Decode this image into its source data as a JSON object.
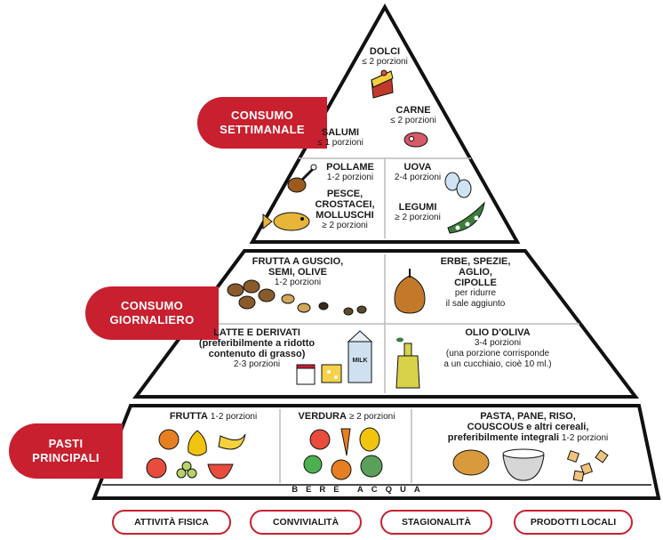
{
  "banners": {
    "weekly": [
      "CONSUMO",
      "SETTIMANALE"
    ],
    "daily": [
      "CONSUMO",
      "GIORNALIERO"
    ],
    "meals": [
      "PASTI",
      "PRINCIPALI"
    ]
  },
  "weekly": {
    "dolci": {
      "name": "DOLCI",
      "portion": "≤ 2 porzioni"
    },
    "carne": {
      "name": "CARNE",
      "portion": "≤ 2 porzioni"
    },
    "salumi": {
      "name": "SALUMI",
      "portion": "≤ 1 porzioni"
    },
    "pollame": {
      "name": "POLLAME",
      "portion": "1-2 porzioni"
    },
    "uova": {
      "name": "UOVA",
      "portion": "2-4 porzioni"
    },
    "pesce": {
      "name": [
        "PESCE,",
        "CROSTACEI,",
        "MOLLUSCHI"
      ],
      "portion": "≥ 2 porzioni"
    },
    "legumi": {
      "name": "LEGUMI",
      "portion": "≥ 2 porzioni"
    }
  },
  "daily": {
    "frutta_guscio": {
      "name": [
        "FRUTTA A GUSCIO,",
        "SEMI, OLIVE"
      ],
      "portion": "1-2 porzioni"
    },
    "erbe": {
      "name": [
        "ERBE, SPEZIE,",
        "AGLIO,",
        "CIPOLLE"
      ],
      "note": [
        "per ridurre",
        "il sale aggiunto"
      ]
    },
    "latte": {
      "name": "LATTE E DERIVATI",
      "note": [
        "(preferibilmente a ridotto",
        "contenuto di grasso)"
      ],
      "portion": "2-3 porzioni"
    },
    "olio": {
      "name": "OLIO D'OLIVA",
      "portion": "3-4 porzioni",
      "note": [
        "(una porzione corrisponde",
        "a un cucchiaio, cioè 10 ml.)"
      ]
    }
  },
  "meals": {
    "frutta": {
      "name": "FRUTTA",
      "portion": "1-2 porzioni"
    },
    "verdura": {
      "name": "VERDURA",
      "portion": "≥ 2 porzioni"
    },
    "pasta": {
      "name": [
        "PASTA, PANE, RISO,",
        "COUSCOUS",
        "e altri cereali,",
        "preferibilmente integrali"
      ],
      "portion": "1-2 porzioni"
    }
  },
  "milk_label": "MILK",
  "water": "BERE ACQUA",
  "footer": [
    "ATTIVITÀ FISICA",
    "CONVIVIALITÀ",
    "STAGIONALITÀ",
    "PRODOTTI LOCALI"
  ],
  "colors": {
    "accent": "#c8202f",
    "outline": "#111111"
  }
}
